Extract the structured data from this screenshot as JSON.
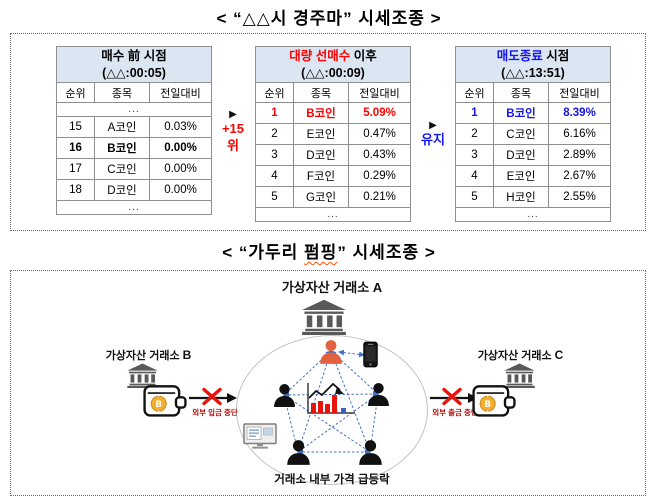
{
  "colors": {
    "table_header_bg": "#dce6f2",
    "highlight_red": "#ff0000",
    "highlight_blue": "#1414ec",
    "block_label_red": "#b50d0d",
    "network_dash_blue": "#4472c4",
    "leader_person_orange": "#e2613e",
    "coin_gold": "#f2b032",
    "bank_gray": "#595959"
  },
  "section1": {
    "title": "<  “△△시 경주마”  시세조종 >",
    "tables": [
      {
        "title_em": "",
        "title_tail": "매수 前 시점",
        "subtitle": "(△△:00:05)",
        "columns": [
          "순위",
          "종목",
          "전일대비"
        ],
        "top_ellipsis": "...",
        "rows": [
          {
            "rank": "15",
            "name": "A코인",
            "change": "0.03%"
          },
          {
            "rank": "16",
            "name": "B코인",
            "change": "0.00%"
          },
          {
            "rank": "17",
            "name": "C코인",
            "change": "0.00%"
          },
          {
            "rank": "18",
            "name": "D코인",
            "change": "0.00%"
          }
        ],
        "bottom_ellipsis": "..."
      },
      {
        "title_em": "대량 선매수",
        "title_tail": " 이후",
        "subtitle": "(△△:00:09)",
        "columns": [
          "순위",
          "종목",
          "전일대비"
        ],
        "rows": [
          {
            "rank": "1",
            "name": "B코인",
            "change": "5.09%"
          },
          {
            "rank": "2",
            "name": "E코인",
            "change": "0.47%"
          },
          {
            "rank": "3",
            "name": "D코인",
            "change": "0.43%"
          },
          {
            "rank": "4",
            "name": "F코인",
            "change": "0.29%"
          },
          {
            "rank": "5",
            "name": "G코인",
            "change": "0.21%"
          }
        ],
        "bottom_ellipsis": "..."
      },
      {
        "title_em": "매도종료",
        "title_tail": " 시점",
        "subtitle": "(△△:13:51)",
        "columns": [
          "순위",
          "종목",
          "전일대비"
        ],
        "rows": [
          {
            "rank": "1",
            "name": "B코인",
            "change": "8.39%"
          },
          {
            "rank": "2",
            "name": "C코인",
            "change": "6.16%"
          },
          {
            "rank": "3",
            "name": "D코인",
            "change": "2.89%"
          },
          {
            "rank": "4",
            "name": "E코인",
            "change": "2.67%"
          },
          {
            "rank": "5",
            "name": "H코인",
            "change": "2.55%"
          }
        ],
        "bottom_ellipsis": "..."
      }
    ],
    "transition1": {
      "glyph": "▶",
      "label1": "+15",
      "label2": "위"
    },
    "transition2": {
      "glyph": "▶",
      "label1": "유지"
    }
  },
  "section2": {
    "title_pre": "<  “가두리 ",
    "title_wavy": "펌핑",
    "title_post": "”  시세조종 >",
    "exchange_a": "가상자산 거래소 A",
    "exchange_side_prefix": "가상자산 거래소 ",
    "exchange_b_letter": "B",
    "exchange_c_letter": "C",
    "deposit_block": "외부 입금 중단",
    "withdraw_block": "외부 출금 중단",
    "circle_caption": "거래소 내부 가격 급등락",
    "coin_letter": "B"
  }
}
